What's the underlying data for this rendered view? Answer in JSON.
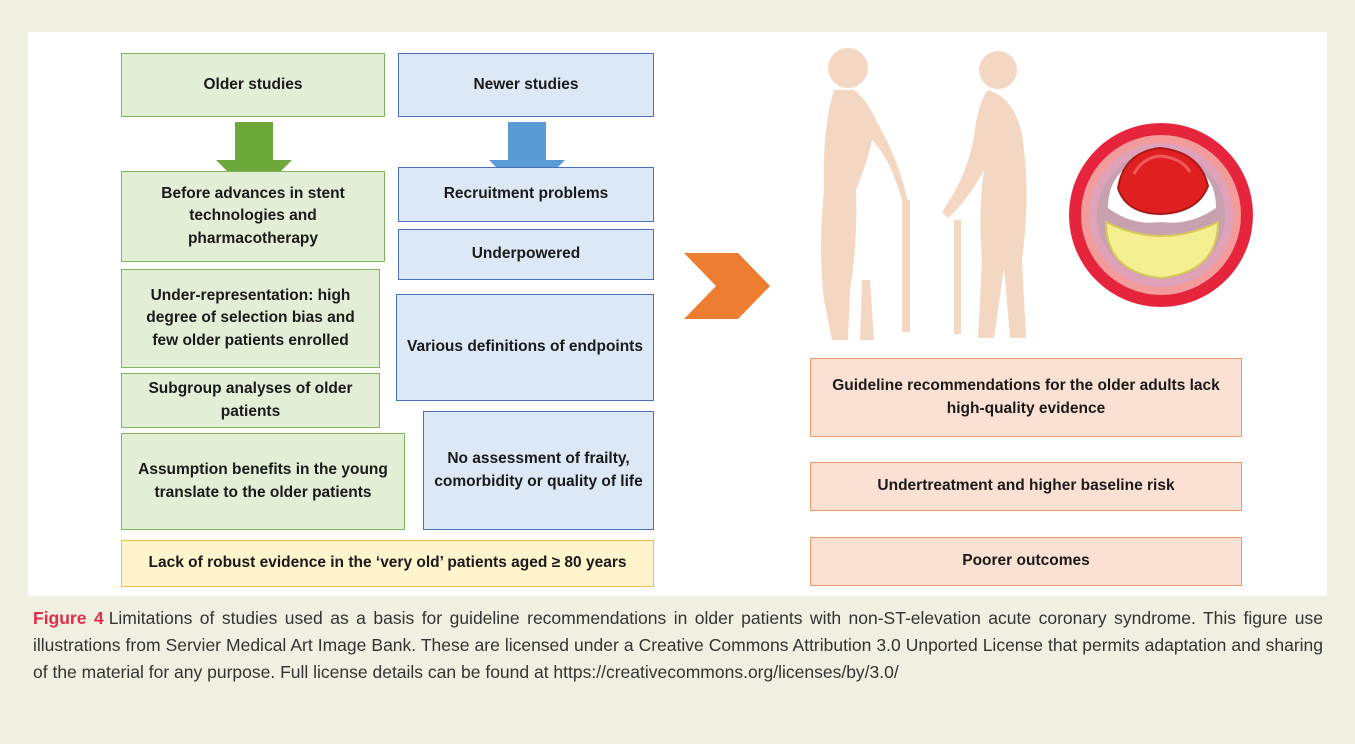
{
  "diagram": {
    "older_column": {
      "header": "Older studies",
      "items": [
        "Before advances in stent technologies and pharmacotherapy",
        "Under-representation: high degree of selection bias and few older patients enrolled",
        "Subgroup analyses of older patients",
        "Assumption benefits in the young translate to the older patients"
      ]
    },
    "newer_column": {
      "header": "Newer studies",
      "items": [
        "Recruitment problems",
        "Underpowered",
        "Various definitions of endpoints",
        "No assessment of frailty, comorbidity or quality of life"
      ]
    },
    "bottom_note": "Lack of robust evidence in the ‘very old’ patients aged ≥ 80 years",
    "outcomes": [
      "Guideline recommendations for the older adults lack high-quality evidence",
      "Undertreatment and higher baseline risk",
      "Poorer outcomes"
    ],
    "colors": {
      "green_fill": "#e2efd6",
      "green_border": "#7fb55f",
      "green_arrow": "#6fa83a",
      "blue_fill": "#dce8f5",
      "blue_border": "#4a70b8",
      "blue_arrow": "#5b9bd5",
      "yellow_fill": "#fff4cc",
      "yellow_border": "#f0c13c",
      "peach_fill": "#fbe1d3",
      "peach_border": "#ee9a6c",
      "orange_arrow": "#ed7d31",
      "caption_label": "#e42b4a"
    }
  },
  "caption": {
    "label": "Figure 4",
    "text": "Limitations of studies used as a basis for guideline recommendations in older patients with non-ST-elevation acute coronary syndrome. This figure use illustrations from Servier Medical Art Image Bank. These are licensed under a Creative Commons Attribution 3.0 Unported License that permits adaptation and sharing of the material for any purpose. Full license details can be found at https://creativecommons.org/licenses/by/3.0/"
  }
}
